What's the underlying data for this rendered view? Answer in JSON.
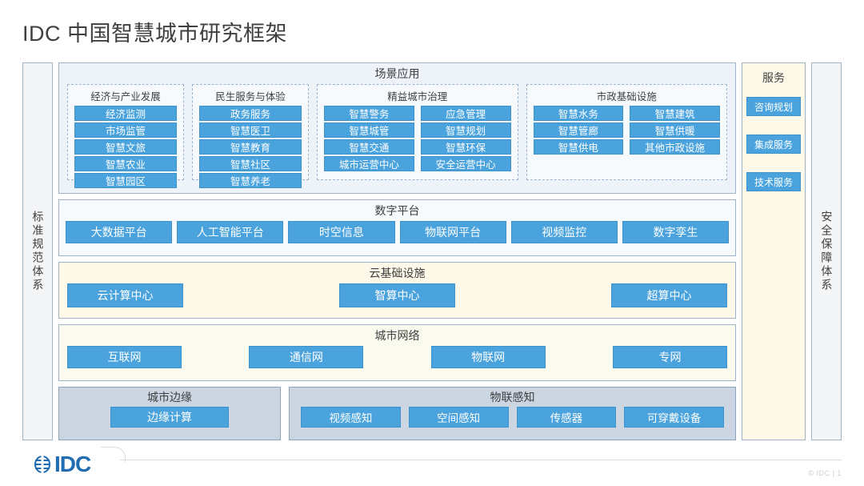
{
  "page_title": "IDC 中国智慧城市研究框架",
  "left_sidebar": {
    "label": "标准规范体系"
  },
  "right_sidebar": {
    "label": "安全保障体系"
  },
  "service_column": {
    "title": "服务",
    "items": [
      {
        "label": "咨询规划"
      },
      {
        "label": "集成服务"
      },
      {
        "label": "技术服务"
      }
    ]
  },
  "scenario": {
    "title": "场景应用",
    "groups": [
      {
        "title": "经济与产业发展",
        "columns": [
          [
            "经济监测",
            "市场监管",
            "智慧文旅",
            "智慧农业",
            "智慧园区"
          ]
        ]
      },
      {
        "title": "民生服务与体验",
        "columns": [
          [
            "政务服务",
            "智慧医卫",
            "智慧教育",
            "智慧社区",
            "智慧养老"
          ]
        ]
      },
      {
        "title": "精益城市治理",
        "columns": [
          [
            "智慧警务",
            "智慧城管",
            "智慧交通",
            "城市运营中心"
          ],
          [
            "应急管理",
            "智慧规划",
            "智慧环保",
            "安全运营中心"
          ]
        ]
      },
      {
        "title": "市政基础设施",
        "columns": [
          [
            "智慧水务",
            "智慧管廊",
            "智慧供电"
          ],
          [
            "智慧建筑",
            "智慧供暖",
            "其他市政设施"
          ]
        ]
      }
    ]
  },
  "digital_platform": {
    "title": "数字平台",
    "items": [
      "大数据平台",
      "人工智能平台",
      "时空信息",
      "物联网平台",
      "视频监控",
      "数字孪生"
    ]
  },
  "cloud_infrastructure": {
    "title": "云基础设施",
    "items": [
      "云计算中心",
      "智算中心",
      "超算中心"
    ]
  },
  "city_network": {
    "title": "城市网络",
    "items": [
      "互联网",
      "通信网",
      "物联网",
      "专网"
    ]
  },
  "city_edge": {
    "title": "城市边缘",
    "items": [
      "边缘计算"
    ]
  },
  "iot_sensing": {
    "title": "物联感知",
    "items": [
      "视频感知",
      "空间感知",
      "传感器",
      "可穿戴设备"
    ]
  },
  "footer": {
    "logo_text": "IDC",
    "copyright": "© IDC |  1"
  },
  "colors": {
    "chip_blue": "#4aa3dd",
    "chip_border": "#3f93cc",
    "frame_border": "#9fb2c6",
    "scenario_bg": "#eef3fa",
    "cream": "#fdf8e8",
    "bottom_bg": "#ccd5e2",
    "logo_blue": "#1f6cb0"
  }
}
